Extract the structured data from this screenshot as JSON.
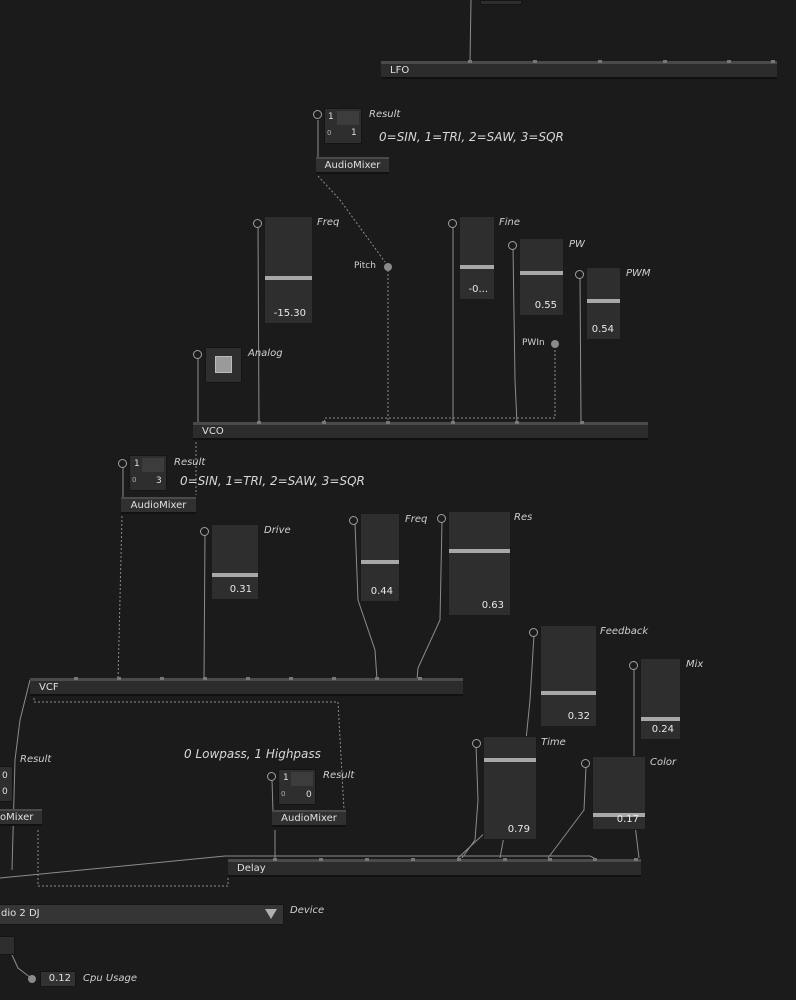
{
  "nodes": {
    "lfo": {
      "label": "LFO"
    },
    "vco": {
      "label": "VCO"
    },
    "vcf": {
      "label": "VCF"
    },
    "delay": {
      "label": "Delay"
    }
  },
  "mixers": {
    "top": {
      "label": "AudioMixer",
      "result_label": "Result",
      "top_value": "1",
      "small_value": "0",
      "bottom_value": "1",
      "hint": "0=SIN, 1=TRI, 2=SAW, 3=SQR"
    },
    "mid": {
      "label": "AudioMixer",
      "result_label": "Result",
      "top_value": "1",
      "small_value": "0",
      "bottom_value": "3",
      "hint": "0=SIN, 1=TRI, 2=SAW, 3=SQR"
    },
    "bottom": {
      "label": "AudioMixer",
      "result_label": "Result",
      "top_value": "1",
      "small_value": "0",
      "bottom_value": "0",
      "hint": "0  Lowpass, 1 Highpass"
    },
    "left": {
      "label": "oMixer",
      "result_label": "Result",
      "top_value": "0",
      "bottom_value": "0"
    }
  },
  "sliders": {
    "vco_freq": {
      "label": "Freq",
      "value": "-15.30",
      "level": 0.42
    },
    "vco_fine": {
      "label": "Fine",
      "value": "-0...",
      "level": 0.38
    },
    "vco_pw": {
      "label": "PW",
      "value": "0.55",
      "level": 0.55
    },
    "vco_pwm": {
      "label": "PWM",
      "value": "0.54",
      "level": 0.54
    },
    "vcf_drive": {
      "label": "Drive",
      "value": "0.31",
      "level": 0.31
    },
    "vcf_freq": {
      "label": "Freq",
      "value": "0.44",
      "level": 0.44
    },
    "vcf_res": {
      "label": "Res",
      "value": "0.63",
      "level": 0.63
    },
    "delay_feedback": {
      "label": "Feedback",
      "value": "0.32",
      "level": 0.32
    },
    "delay_mix": {
      "label": "Mix",
      "value": "0.24",
      "level": 0.24
    },
    "delay_time": {
      "label": "Time",
      "value": "0.79",
      "level": 0.79
    },
    "delay_color": {
      "label": "Color",
      "value": "0.17",
      "level": 0.17
    }
  },
  "ports": {
    "pitch": "Pitch",
    "pwin": "PWIn"
  },
  "analog": {
    "label": "Analog"
  },
  "device": {
    "value": "dio 2 DJ",
    "label": "Device"
  },
  "cpu": {
    "value": "0.12",
    "label": "Cpu Usage"
  },
  "colors": {
    "background": "#1b1b1b",
    "bar": "#2c2c2c",
    "wire": "#8c8c8c",
    "handle": "#a8a8a8"
  }
}
